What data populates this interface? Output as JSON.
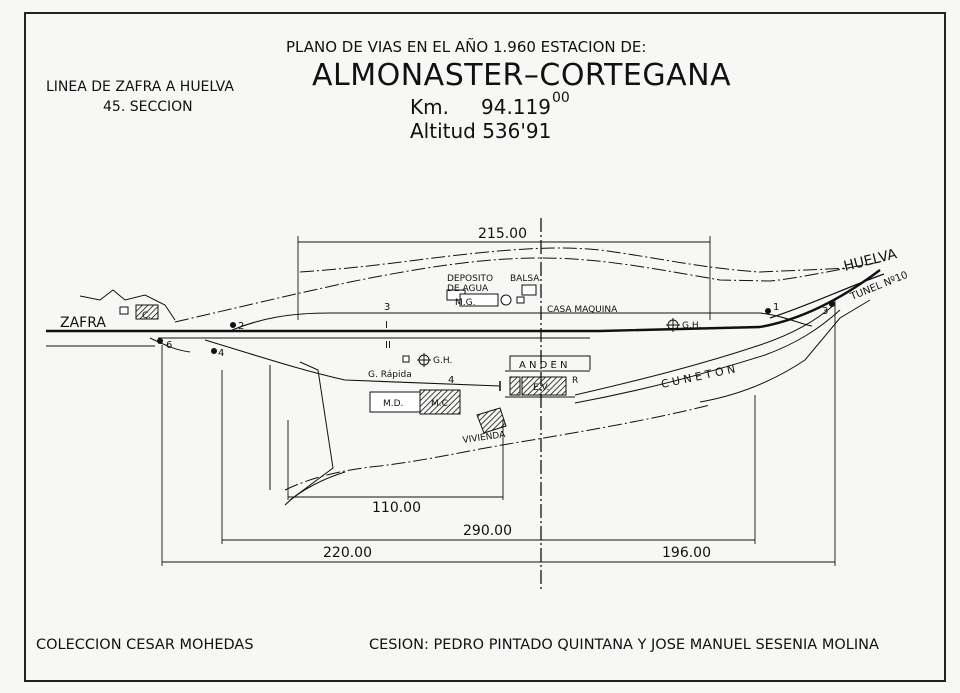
{
  "header": {
    "line_name": "LINEA DE ZAFRA A HUELVA",
    "section": "45. SECCION",
    "plan_title": "PLANO DE VIAS EN EL AÑO 1.960 ESTACION DE:",
    "station_name": "ALMONASTER–CORTEGANA",
    "km_label": "Km.",
    "km_value": "94.119",
    "km_superscript": "00",
    "altitude": "Altitud 536'91"
  },
  "plan": {
    "zafra": "ZAFRA",
    "huelva": "HUELVA",
    "tunnel": "TUNEL Nº10",
    "cuneton": "C U N E T O N",
    "deposito": "DEPOSITO",
    "de_agua": "DE AGUA",
    "balsa": "BALSA",
    "mg": "M.G.",
    "casa_maquina": "CASA MAQUINA",
    "gh_1": "G.H.",
    "gh_2": "G.H.",
    "g_rapida": "G. Rápida",
    "anden": "A N D E N",
    "ev": "E.V.",
    "md": "M.D.",
    "mc": "M.C.",
    "vivienda": "VIVIENDA",
    "c_box": "C.",
    "track_1": "1",
    "track_2": "2",
    "track_3": "3",
    "track_3b": "3",
    "track_4": "4",
    "track_4b": "4",
    "track_6": "6",
    "track_I": "I",
    "track_II": "II",
    "r_mark": "R",
    "dim_215": "215.00",
    "dim_110": "110.00",
    "dim_290": "290.00",
    "dim_220": "220.00",
    "dim_196": "196.00"
  },
  "footer": {
    "collection": "COLECCION CESAR MOHEDAS",
    "cession": "CESION: PEDRO PINTADO QUINTANA Y JOSE MANUEL SESENIA MOLINA"
  }
}
